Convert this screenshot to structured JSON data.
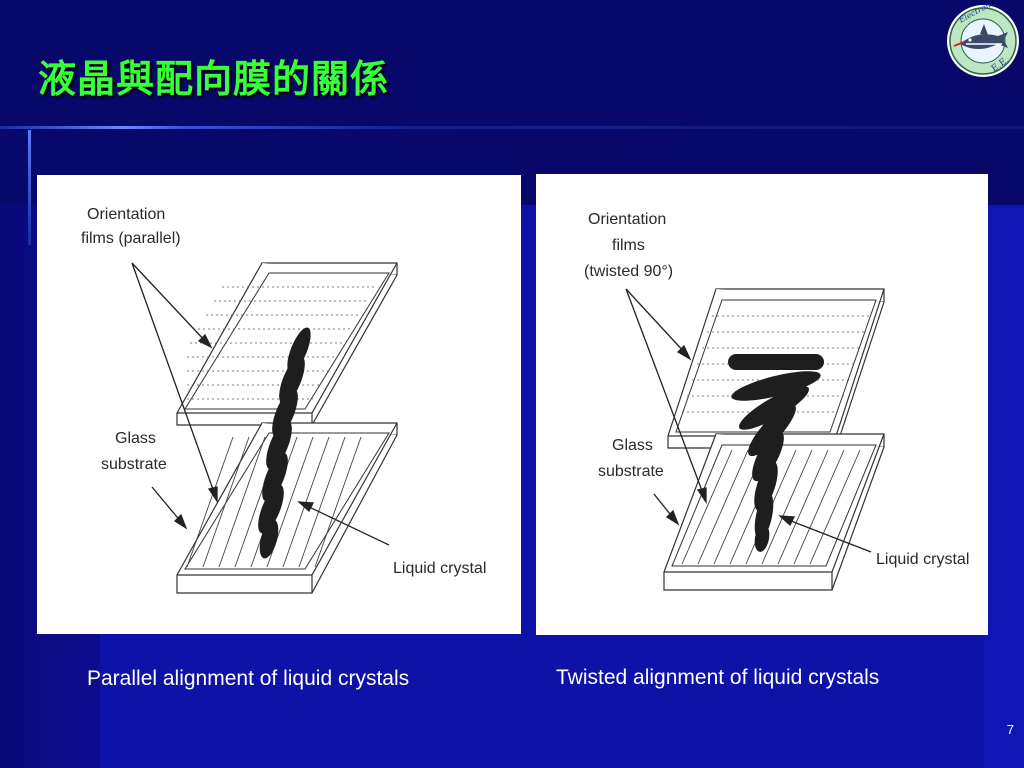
{
  "slide": {
    "title": "液晶與配向膜的關係",
    "page_number": "7",
    "logo": {
      "icon": "shark-emblem-icon",
      "text_top": "Electronic",
      "text_bottom": "E.E."
    }
  },
  "figures": [
    {
      "label_films": [
        "Orientation",
        "films (parallel)"
      ],
      "label_glass": [
        "Glass",
        "substrate"
      ],
      "label_lc": "Liquid crystal",
      "caption": "Parallel alignment of liquid crystals"
    },
    {
      "label_films": [
        "Orientation",
        "films",
        "(twisted 90°)"
      ],
      "label_glass": [
        "Glass",
        "substrate"
      ],
      "label_lc": "Liquid crystal",
      "caption": "Twisted alignment of liquid crystals"
    }
  ],
  "colors": {
    "background": "#0a0a6e",
    "title": "#38ff38",
    "caption": "#ffffff"
  }
}
